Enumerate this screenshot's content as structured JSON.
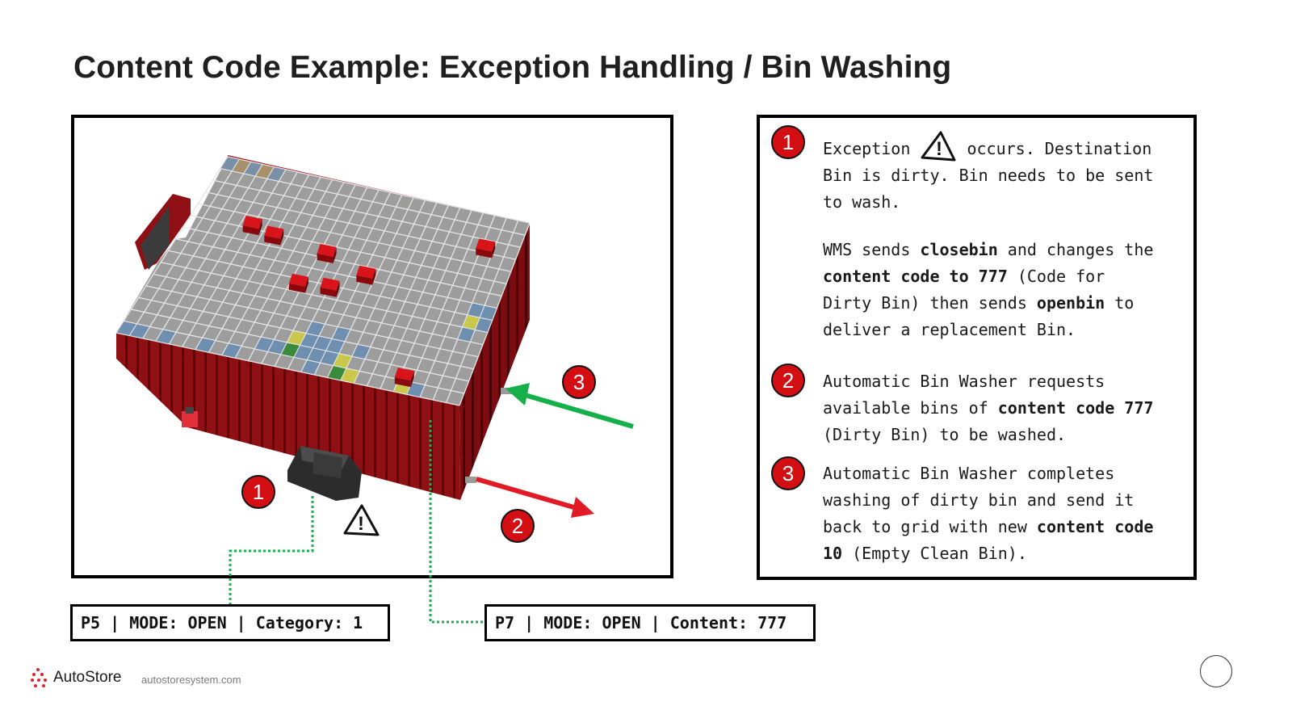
{
  "title": "Content Code Example: Exception Handling / Bin Washing",
  "colors": {
    "accent_red": "#d40f14",
    "grid_red": "#8a0f12",
    "arrow_green": "#15b04a",
    "arrow_red": "#e11a25",
    "dotted_green": "#16b14a"
  },
  "diagram": {
    "badge_1": "1",
    "badge_2": "2",
    "badge_3": "3",
    "warning_icon": "warning-triangle-icon"
  },
  "panel": {
    "step1": {
      "number": "1",
      "seg_a": "Exception",
      "seg_b": "occurs. Destination\nBin is dirty. Bin needs to be sent\nto wash.",
      "para2_a": "WMS sends ",
      "para2_b": "closebin",
      "para2_c": " and changes the\n",
      "para2_d": "content code to 777",
      "para2_e": " (Code for\nDirty Bin) then sends ",
      "para2_f": "openbin",
      "para2_g": " to\ndeliver a replacement Bin."
    },
    "step2": {
      "number": "2",
      "seg_a": "Automatic Bin Washer requests\navailable bins of ",
      "seg_b": "content code 777",
      "seg_c": "\n(Dirty Bin) to be washed."
    },
    "step3": {
      "number": "3",
      "seg_a": "Automatic Bin Washer completes\nwashing of dirty bin and send it\nback to grid with new ",
      "seg_b": "content code\n10",
      "seg_c": " (Empty Clean Bin)."
    }
  },
  "port_labels": {
    "p5": "P5 | MODE: OPEN | Category: 1",
    "p7": "P7 | MODE: OPEN | Content: 777"
  },
  "footer": {
    "brand": "AutoStore",
    "url": "autostoresystem.com"
  }
}
